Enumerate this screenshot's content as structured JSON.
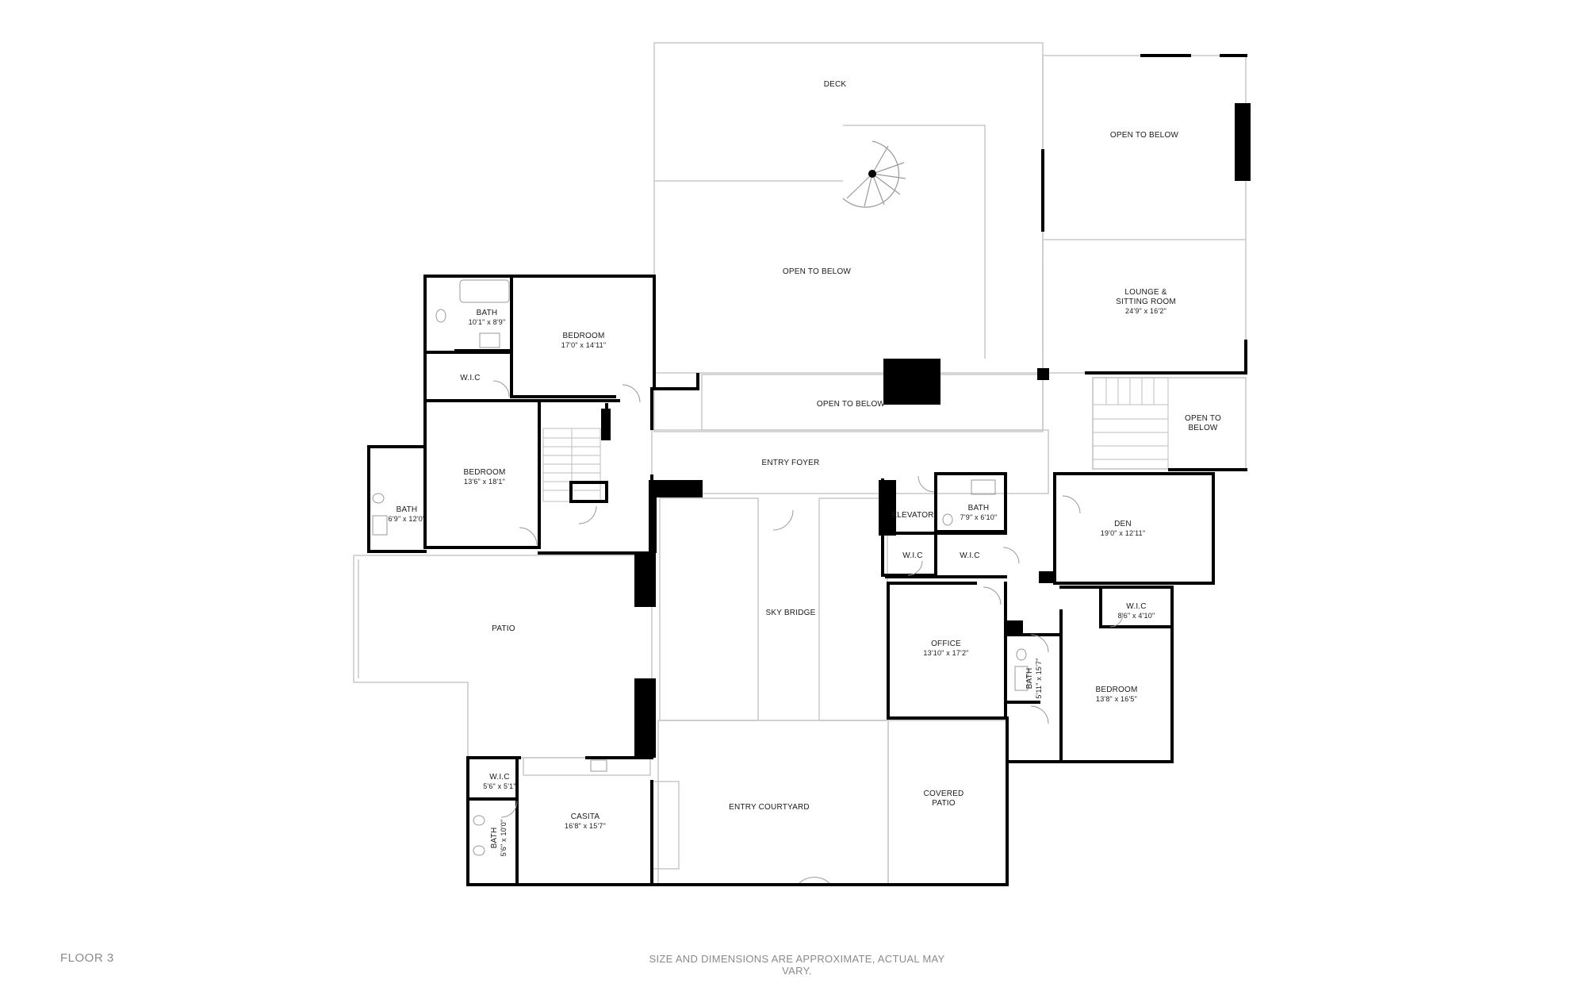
{
  "rooms": {
    "deck": {
      "name": "DECK"
    },
    "open_to_below_upper_right": {
      "name": "OPEN TO BELOW"
    },
    "open_to_below_center": {
      "name": "OPEN TO BELOW"
    },
    "lounge": {
      "name_line1": "LOUNGE &",
      "name_line2": "SITTING ROOM",
      "dims": "24'9\" x 16'2\""
    },
    "open_to_below_hall": {
      "name": "OPEN TO BELOW"
    },
    "open_to_below_stair": {
      "name_line1": "OPEN TO",
      "name_line2": "BELOW"
    },
    "bath_nw": {
      "name": "BATH",
      "dims": "10'1\" x 8'9\""
    },
    "bedroom_nw": {
      "name": "BEDROOM",
      "dims": "17'0\" x 14'11\""
    },
    "wic_nw": {
      "name": "W.I.C"
    },
    "bedroom_w": {
      "name": "BEDROOM",
      "dims": "13'6\" x 18'1\""
    },
    "bath_w": {
      "name": "BATH",
      "dims": "6'9\" x 12'0\""
    },
    "entry_foyer": {
      "name": "ENTRY FOYER"
    },
    "elevator": {
      "name": "ELEVATOR"
    },
    "bath_center": {
      "name": "BATH",
      "dims": "7'9\" x 6'10\""
    },
    "wic_center_left": {
      "name": "W.I.C"
    },
    "wic_center_right": {
      "name": "W.I.C"
    },
    "den": {
      "name": "DEN",
      "dims": "19'0\" x 12'11\""
    },
    "patio": {
      "name": "PATIO"
    },
    "sky_bridge": {
      "name": "SKY BRIDGE"
    },
    "office": {
      "name": "OFFICE",
      "dims": "13'10\" x 17'2\""
    },
    "bath_east": {
      "name": "BATH",
      "dims": "5'11\" x 15'7\""
    },
    "wic_east": {
      "name": "W.I.C",
      "dims": "8'6\" x 4'10\""
    },
    "bedroom_east": {
      "name": "BEDROOM",
      "dims": "13'8\" x 16'5\""
    },
    "wic_casita": {
      "name": "W.I.C",
      "dims": "5'6\" x 5'1\""
    },
    "bath_casita": {
      "name": "BATH",
      "dims": "5'6\" x 10'0\""
    },
    "casita": {
      "name": "CASITA",
      "dims": "16'8\" x 15'7\""
    },
    "entry_courtyard": {
      "name": "ENTRY COURTYARD"
    },
    "covered_patio": {
      "name_line1": "COVERED",
      "name_line2": "PATIO"
    }
  },
  "footer": {
    "floor": "FLOOR 3",
    "disclaimer": "SIZE AND DIMENSIONS ARE APPROXIMATE, ACTUAL MAY VARY."
  }
}
